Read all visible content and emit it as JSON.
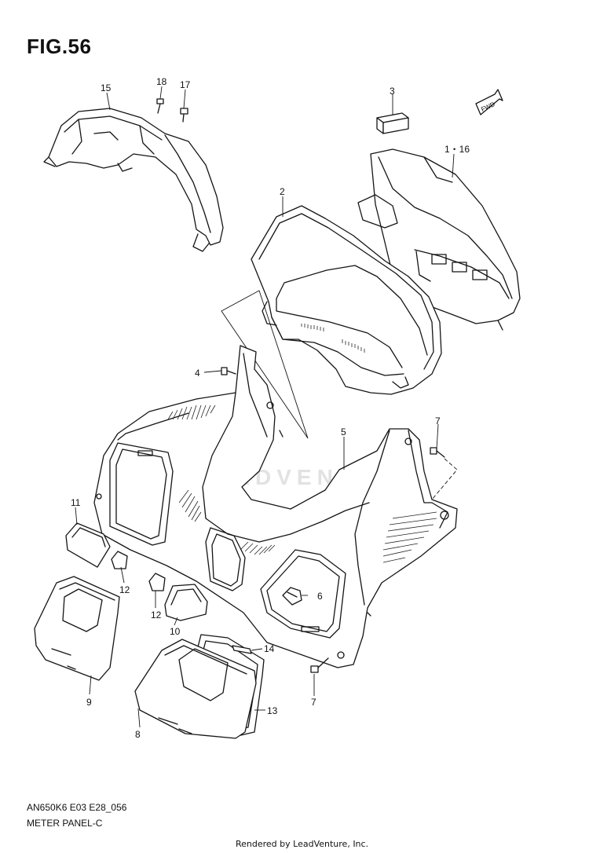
{
  "figure": {
    "title": "FIG.56",
    "model_code": "AN650K6 E03 E28_056",
    "part_name": "METER PANEL-C",
    "rendered_by": "Rendered by LeadVenture, Inc.",
    "watermark": "LEADVENTURE",
    "fwd_label": "FWD"
  },
  "callouts": {
    "c15": "15",
    "c18": "18",
    "c17": "17",
    "c3": "3",
    "c116": "1・16",
    "c2": "2",
    "c4": "4",
    "c5": "5",
    "c7a": "7",
    "c11": "11",
    "c12a": "12",
    "c12b": "12",
    "c6": "6",
    "c10": "10",
    "c14": "14",
    "c9": "9",
    "c7b": "7",
    "c13": "13",
    "c8": "8"
  }
}
